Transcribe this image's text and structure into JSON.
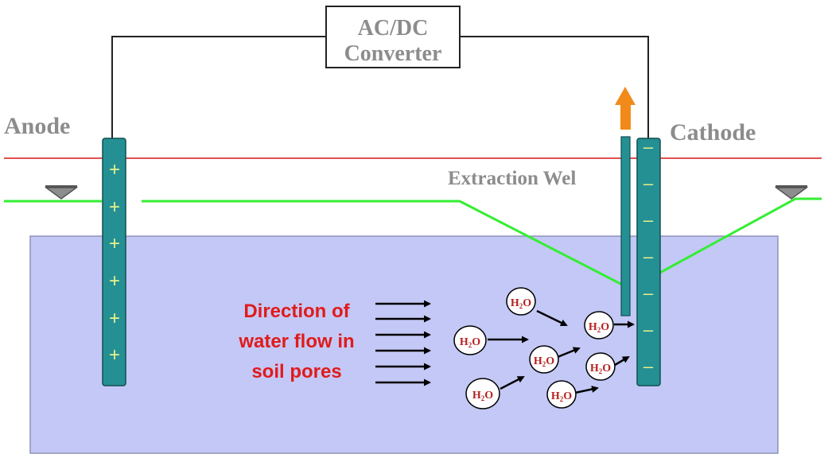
{
  "converter": {
    "line1": "AC/DC",
    "line2": "Converter"
  },
  "labels": {
    "anode": "Anode",
    "cathode": "Cathode",
    "extraction_well": "Extraction Wel"
  },
  "flow_label": {
    "line1": "Direction of",
    "line2": "water flow in",
    "line3": "soil pores"
  },
  "anode_sign": "+",
  "cathode_sign": "–",
  "molecule": {
    "h": "H",
    "sub": "2",
    "o": "O"
  },
  "colors": {
    "soil": "#c4c8f6",
    "electrode": "#259094",
    "ground_line": "#e0514f",
    "water_table": "#33ee33",
    "flow_text": "#e01b1b",
    "label_gray": "#8c8c8c",
    "up_arrow": "#f28a1a",
    "molecule_text": "#b82020",
    "sign": "#e8f08a"
  },
  "icons": [
    "water-table-marker-icon",
    "up-arrow-icon",
    "flow-arrow-icon"
  ]
}
